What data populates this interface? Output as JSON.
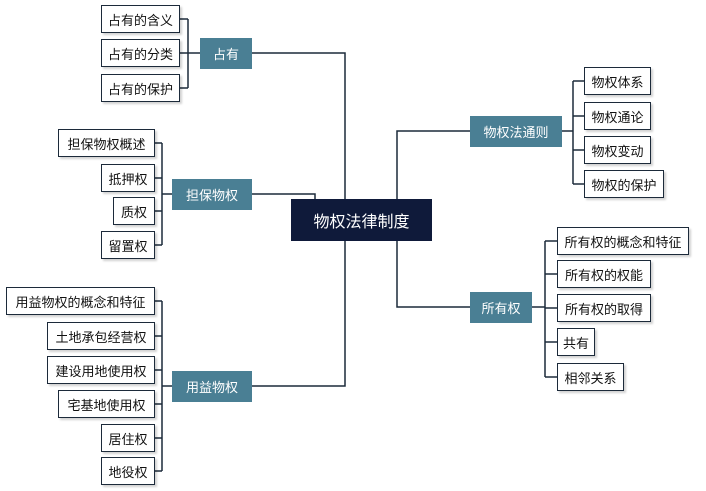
{
  "colors": {
    "root_bg": "#0f1a3a",
    "branch_bg": "#4a7f94",
    "line": "#1c2a3a"
  },
  "root": {
    "label": "物权法律制度"
  },
  "left_branches": [
    {
      "label": "占有",
      "children": [
        "占有的含义",
        "占有的分类",
        "占有的保护"
      ]
    },
    {
      "label": "担保物权",
      "children": [
        "担保物权概述",
        "抵押权",
        "质权",
        "留置权"
      ]
    },
    {
      "label": "用益物权",
      "children": [
        "用益物权的概念和特征",
        "土地承包经营权",
        "建设用地使用权",
        "宅基地使用权",
        "居住权",
        "地役权"
      ]
    }
  ],
  "right_branches": [
    {
      "label": "物权法通则",
      "children": [
        "物权体系",
        "物权通论",
        "物权变动",
        "物权的保护"
      ]
    },
    {
      "label": "所有权",
      "children": [
        "所有权的概念和特征",
        "所有权的权能",
        "所有权的取得",
        "共有",
        "相邻关系"
      ]
    }
  ]
}
